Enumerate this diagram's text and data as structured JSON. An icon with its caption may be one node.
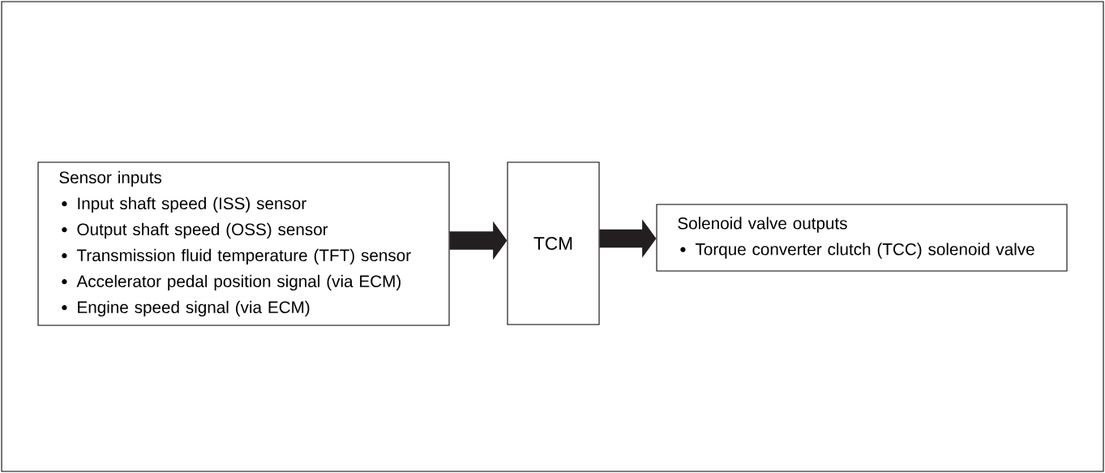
{
  "diagram": {
    "nodes": [
      {
        "text": [
          "Sensor inputs",
          "Input shaft speed (ISS) sensor",
          "Output shaft speed (OSS) sensor",
          "Transmission fluid temperature (TFT) sensor",
          "Accelerator pedal position signal (via ECM)",
          "Engine speed signal (via ECM)"
        ]
      },
      {
        "text": [
          "TCM"
        ]
      },
      {
        "text": [
          "Solenoid valve outputs",
          "Torque converter clutch (TCC) solenoid valve"
        ]
      }
    ],
    "edges": [
      {
        "from": 0,
        "to": 1,
        "arrow": "to"
      },
      {
        "from": 1,
        "to": 2,
        "arrow": "to"
      }
    ]
  }
}
